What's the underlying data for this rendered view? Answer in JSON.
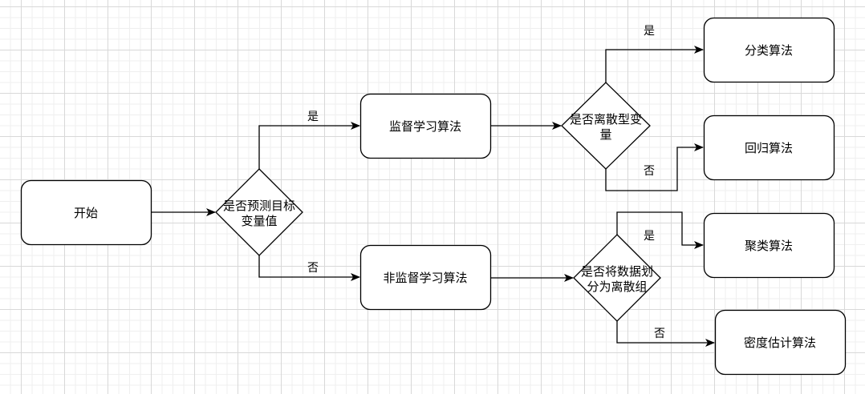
{
  "diagram": {
    "type": "flowchart",
    "nodes": {
      "start": {
        "label": "开始",
        "shape": "rounded-rect"
      },
      "q_predict": {
        "label_lines": [
          "是否预测目标",
          "变量值"
        ],
        "shape": "diamond"
      },
      "supervised": {
        "label": "监督学习算法",
        "shape": "rounded-rect"
      },
      "unsupervised": {
        "label": "非监督学习算法",
        "shape": "rounded-rect"
      },
      "q_discrete": {
        "label_lines": [
          "是否离散型变",
          "量"
        ],
        "shape": "diamond"
      },
      "q_group": {
        "label_lines": [
          "是否将数据划",
          "分为离散组"
        ],
        "shape": "diamond"
      },
      "classification": {
        "label": "分类算法",
        "shape": "rounded-rect"
      },
      "regression": {
        "label": "回归算法",
        "shape": "rounded-rect"
      },
      "clustering": {
        "label": "聚类算法",
        "shape": "rounded-rect"
      },
      "density": {
        "label": "密度估计算法",
        "shape": "rounded-rect"
      }
    },
    "edges": [
      {
        "from": "start",
        "to": "q_predict",
        "label": ""
      },
      {
        "from": "q_predict",
        "to": "supervised",
        "label": "是"
      },
      {
        "from": "q_predict",
        "to": "unsupervised",
        "label": "否"
      },
      {
        "from": "supervised",
        "to": "q_discrete",
        "label": ""
      },
      {
        "from": "q_discrete",
        "to": "classification",
        "label": "是"
      },
      {
        "from": "q_discrete",
        "to": "regression",
        "label": "否"
      },
      {
        "from": "unsupervised",
        "to": "q_group",
        "label": ""
      },
      {
        "from": "q_group",
        "to": "clustering",
        "label": "是"
      },
      {
        "from": "q_group",
        "to": "density",
        "label": "否"
      }
    ]
  }
}
